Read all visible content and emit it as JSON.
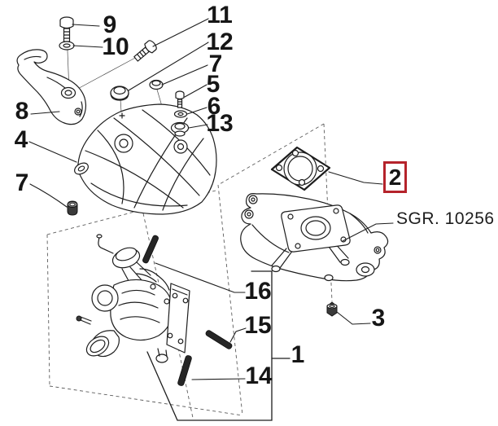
{
  "diagram": {
    "background_color": "#ffffff",
    "line_color": "#1d1d1d",
    "highlight_box_color": "#b5232b",
    "reference_label": "SGR. 10256",
    "callouts": [
      {
        "label": "9",
        "selected": false
      },
      {
        "label": "10",
        "selected": false
      },
      {
        "label": "11",
        "selected": false
      },
      {
        "label": "12",
        "selected": false
      },
      {
        "label": "7",
        "selected": false
      },
      {
        "label": "5",
        "selected": false
      },
      {
        "label": "6",
        "selected": false
      },
      {
        "label": "13",
        "selected": false
      },
      {
        "label": "8",
        "selected": false
      },
      {
        "label": "4",
        "selected": false
      },
      {
        "label": "7",
        "selected": false
      },
      {
        "label": "2",
        "selected": true
      },
      {
        "label": "SGR. 10256",
        "selected": false
      },
      {
        "label": "3",
        "selected": false
      },
      {
        "label": "16",
        "selected": false
      },
      {
        "label": "15",
        "selected": false
      },
      {
        "label": "1",
        "selected": false
      },
      {
        "label": "14",
        "selected": false
      }
    ]
  }
}
